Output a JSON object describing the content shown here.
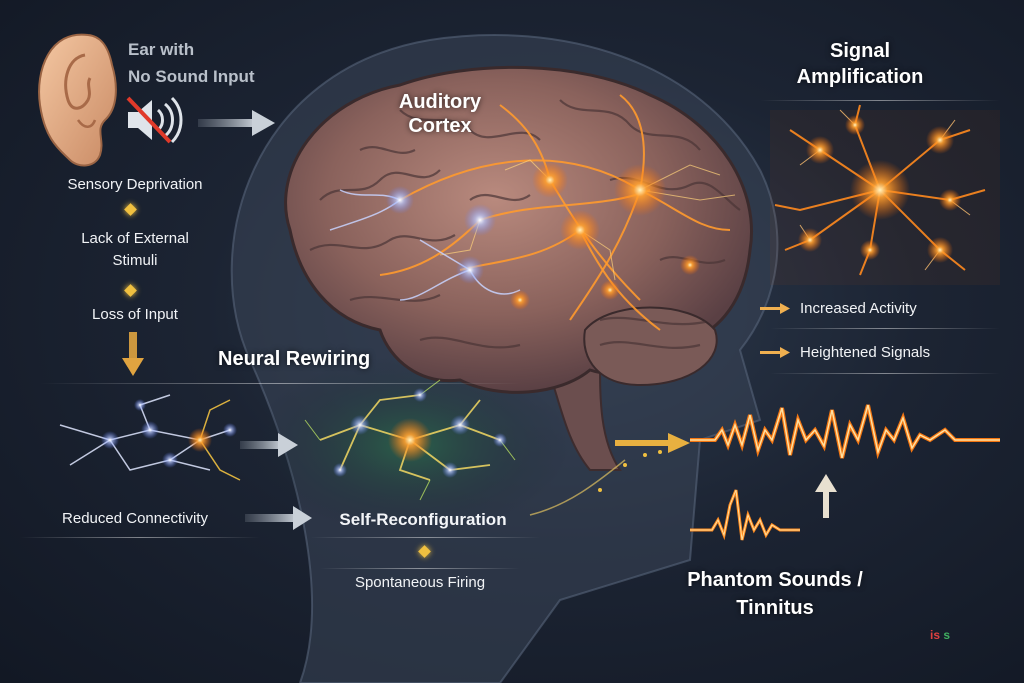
{
  "ear": {
    "title_line1": "Ear with",
    "title_line2": "No Sound Input"
  },
  "left_flow": {
    "step1": "Sensory Deprivation",
    "step2_line1": "Lack of External",
    "step2_line2": "Stimuli",
    "step3": "Loss of Input"
  },
  "brain": {
    "label_line1": "Auditory",
    "label_line2": "Cortex"
  },
  "neural_rewiring": {
    "title": "Neural Rewiring",
    "left_label": "Reduced Connectivity",
    "center_label": "Self-Reconfiguration",
    "bottom_label": "Spontaneous Firing"
  },
  "signal": {
    "title_line1": "Signal",
    "title_line2": "Amplification",
    "item1": "Increased Activity",
    "item2": "Heightened Signals"
  },
  "result": {
    "line1": "Phantom Sounds /",
    "line2": "Tinnitus"
  },
  "logo": {
    "part1": "is",
    "part2": "s"
  },
  "colors": {
    "accent_orange": "#ff8a1e",
    "accent_yellow": "#f0c040",
    "neuron_white": "#e8ecff",
    "neuron_green": "#b8e060",
    "background": "#1c2433"
  },
  "icons": [
    "ear-icon",
    "muted-speaker-icon",
    "brain-illustration",
    "neuron-cluster",
    "waveform"
  ]
}
